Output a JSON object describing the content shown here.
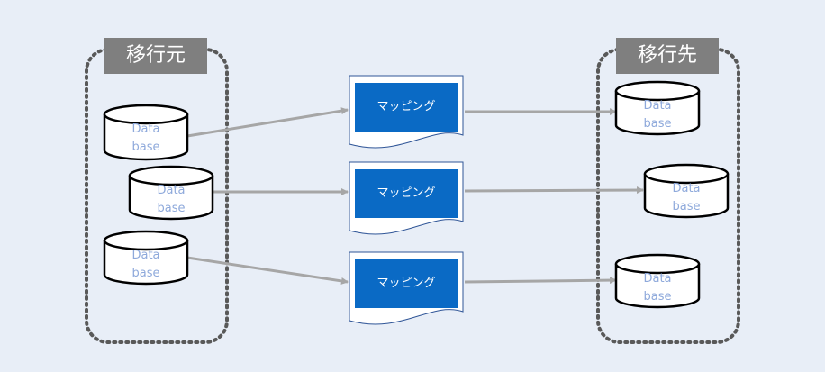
{
  "source_group": {
    "label": "移行元"
  },
  "target_group": {
    "label": "移行先"
  },
  "source_databases": [
    {
      "line1": "Data",
      "line2": "base"
    },
    {
      "line1": "Data",
      "line2": "base"
    },
    {
      "line1": "Data",
      "line2": "base"
    }
  ],
  "mappings": [
    {
      "label": "マッピング"
    },
    {
      "label": "マッピング"
    },
    {
      "label": "マッピング"
    }
  ],
  "target_databases": [
    {
      "line1": "Data",
      "line2": "base"
    },
    {
      "line1": "Data",
      "line2": "base"
    },
    {
      "line1": "Data",
      "line2": "base"
    }
  ],
  "colors": {
    "background": "#e8eef7",
    "group_label_bg": "#7f7f7f",
    "mapping_fill": "#0a6ac5",
    "arrow": "#a6a6a6",
    "db_text": "#8ea9db"
  }
}
